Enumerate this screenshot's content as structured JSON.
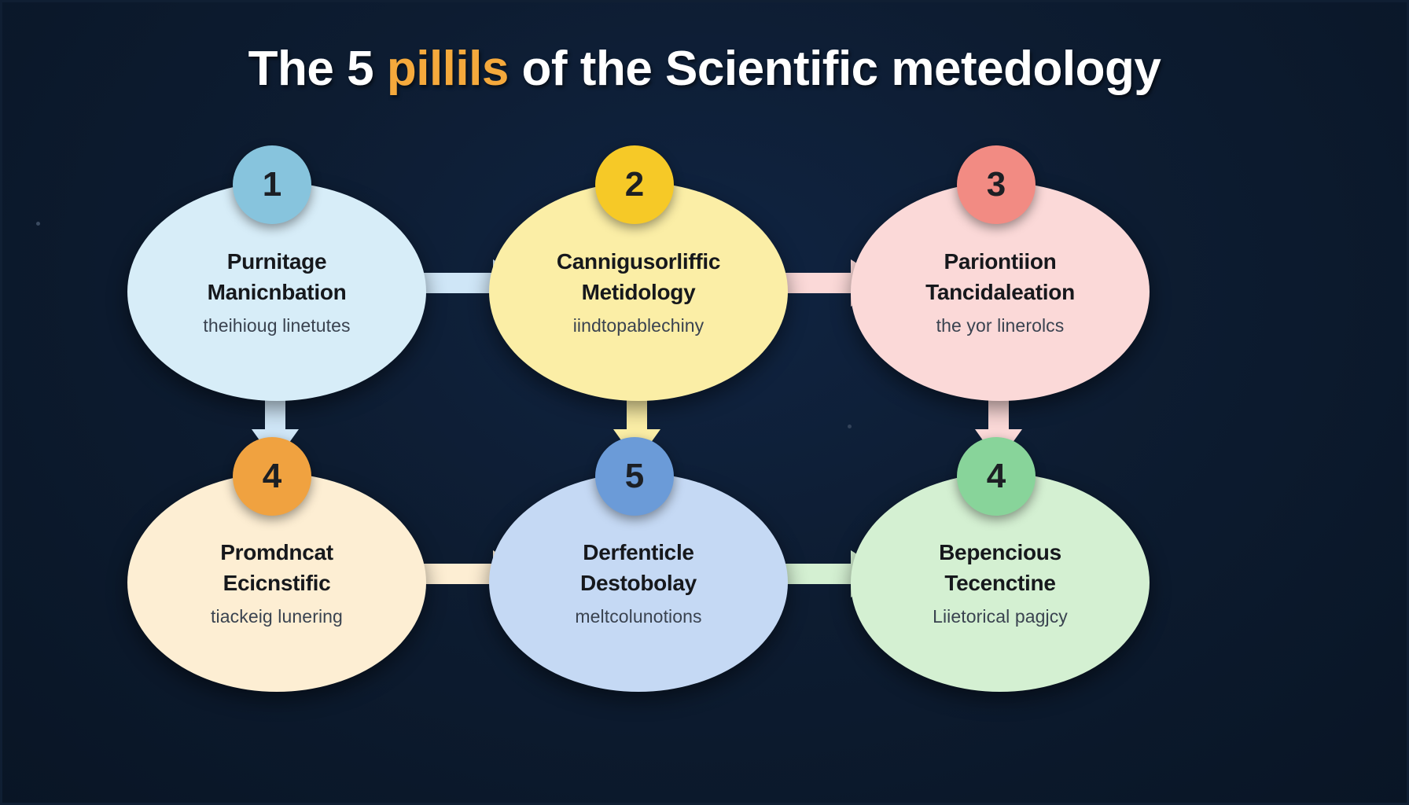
{
  "background_color": "#0c1b2e",
  "header": {
    "title_part1": "The 5 ",
    "title_accent": "pillils",
    "title_part2": " of the Scientific metedology",
    "full_title": "The 5 pillils of the Scientific metedology",
    "accent_color": "#f5a93c",
    "text_color": "#ffffff"
  },
  "nodes": [
    {
      "id": "node-1",
      "badge": "1",
      "title_line1": "Purnitage",
      "title_line2": "Manicnbation",
      "subtitle": "theihioug linetutes",
      "fill": "#d7edf8",
      "badge_fill": "#87c4dd"
    },
    {
      "id": "node-2",
      "badge": "2",
      "title_line1": "Cannigusorliffic",
      "title_line2": "Metidology",
      "subtitle": "iindtopablechiny",
      "fill": "#fbeea6",
      "badge_fill": "#f6c927"
    },
    {
      "id": "node-3",
      "badge": "3",
      "title_line1": "Pariontiion",
      "title_line2": "Tancidaleation",
      "subtitle": "the yor linerolcs",
      "fill": "#fbd9d8",
      "badge_fill": "#f28b83"
    },
    {
      "id": "node-4",
      "badge": "4",
      "title_line1": "Promdncat",
      "title_line2": "Ecicnstific",
      "subtitle": "tiackeig lunering",
      "fill": "#fdeed3",
      "badge_fill": "#f0a240"
    },
    {
      "id": "node-5",
      "badge": "5",
      "title_line1": "Derfenticle",
      "title_line2": "Destobolay",
      "subtitle": "meltcolunotions",
      "fill": "#c5d9f4",
      "badge_fill": "#6b9bd8"
    },
    {
      "id": "node-6",
      "badge": "4",
      "title_line1": "Bepencious",
      "title_line2": "Tecenctine",
      "subtitle": "Liietorical pagjcy",
      "fill": "#d4f0d2",
      "badge_fill": "#88d49a"
    }
  ],
  "arrows": [
    {
      "id": "arrow-1-to-2",
      "direction": "right",
      "color": "#cfe6f7"
    },
    {
      "id": "arrow-2-to-3",
      "direction": "right",
      "color": "#fbd9d8"
    },
    {
      "id": "arrow-1-to-4",
      "direction": "down",
      "color": "#cfe6f7"
    },
    {
      "id": "arrow-2-to-5",
      "direction": "down",
      "color": "#fbeea6"
    },
    {
      "id": "arrow-3-to-6",
      "direction": "down",
      "color": "#fbd9d8"
    },
    {
      "id": "arrow-4-to-5",
      "direction": "right",
      "color": "#fdeed3"
    },
    {
      "id": "arrow-5-to-6",
      "direction": "right",
      "color": "#d4f0d2"
    }
  ]
}
